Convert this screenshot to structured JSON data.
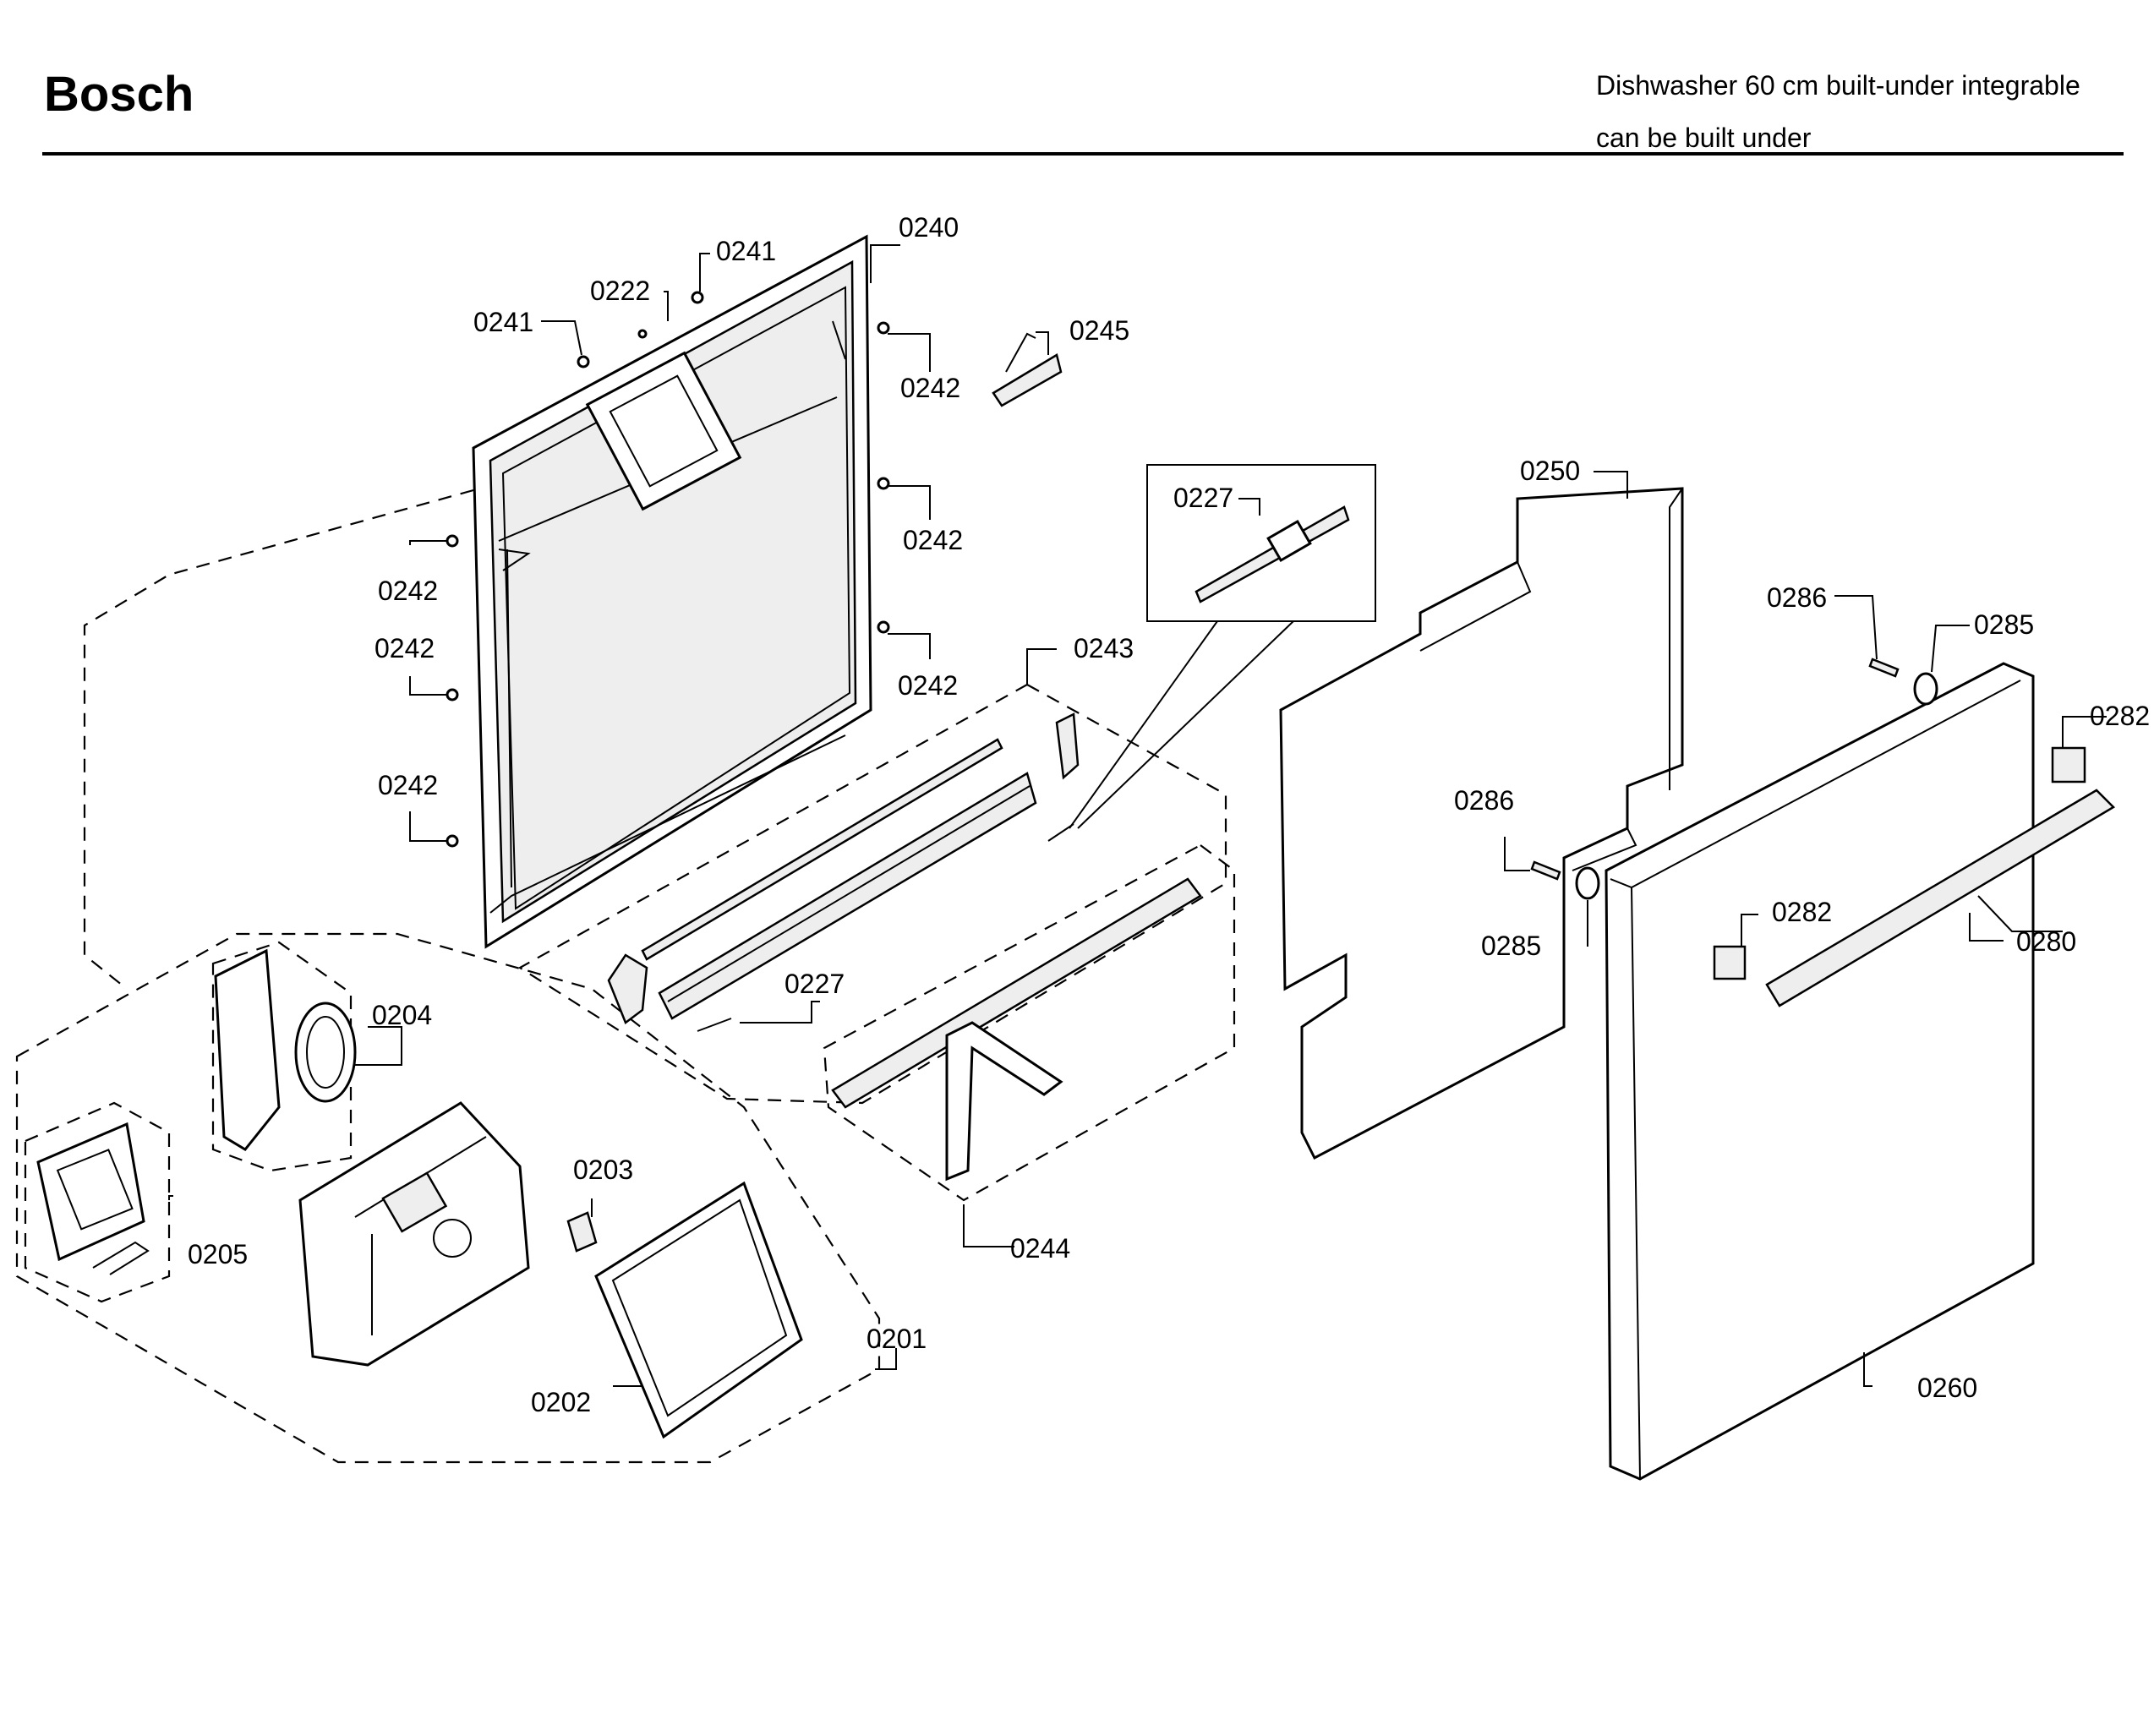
{
  "header": {
    "brand": "Bosch",
    "description_line1": "Dishwasher 60 cm built-under integrable",
    "description_line2": "can be built under"
  },
  "callouts": {
    "c0240": "0240",
    "c0241a": "0241",
    "c0241b": "0241",
    "c0222": "0222",
    "c0245": "0245",
    "c0242a": "0242",
    "c0242b": "0242",
    "c0242c": "0242",
    "c0242d": "0242",
    "c0242e": "0242",
    "c0242f": "0242",
    "c0227_inset": "0227",
    "c0227_low": "0227",
    "c0243": "0243",
    "c0244": "0244",
    "c0250": "0250",
    "c0260": "0260",
    "c0280": "0280",
    "c0282a": "0282",
    "c0282b": "0282",
    "c0285a": "0285",
    "c0285b": "0285",
    "c0286a": "0286",
    "c0286b": "0286",
    "c0201": "0201",
    "c0202": "0202",
    "c0203": "0203",
    "c0204": "0204",
    "c0205": "0205"
  }
}
